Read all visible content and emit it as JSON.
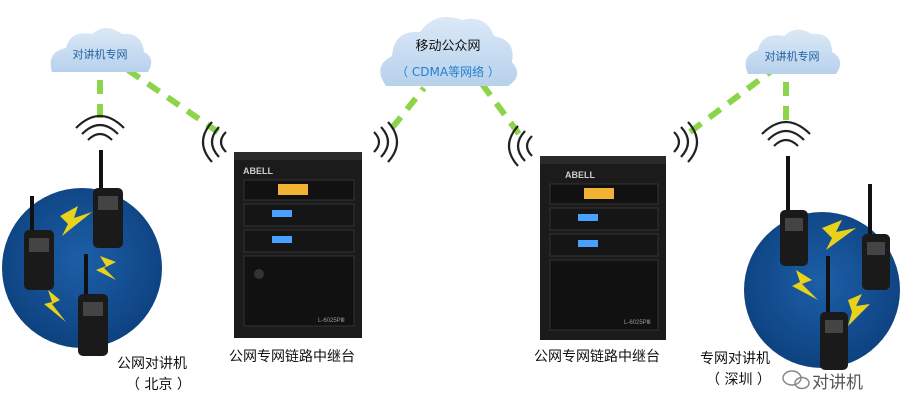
{
  "clouds": {
    "left": "对讲机专网",
    "right": "对讲机专网",
    "center_title": "移动公众网",
    "center_sub": "（ CDMA等网络 ）"
  },
  "repeaters": {
    "brand": "ABELL",
    "model": "L-6025PⅢ",
    "left_label": "公网专网链路中继台",
    "right_label": "公网专网链路中继台"
  },
  "groups": {
    "left_line1": "公网对讲机",
    "left_line2": "（ 北京 ）",
    "right_line1": "专网对讲机",
    "right_line2": "（ 深圳 ）"
  },
  "watermark": {
    "text": "对讲机"
  },
  "colors": {
    "link_dash": "#8cd44a",
    "cloud_fill": "#c8dff4",
    "cloud_text_blue": "#1f7fd0",
    "circle_fill": "#0f4a8c",
    "lightning": "#e8d21a",
    "repeater_body": "#1b1b1b",
    "lcd": "#f2b233"
  }
}
